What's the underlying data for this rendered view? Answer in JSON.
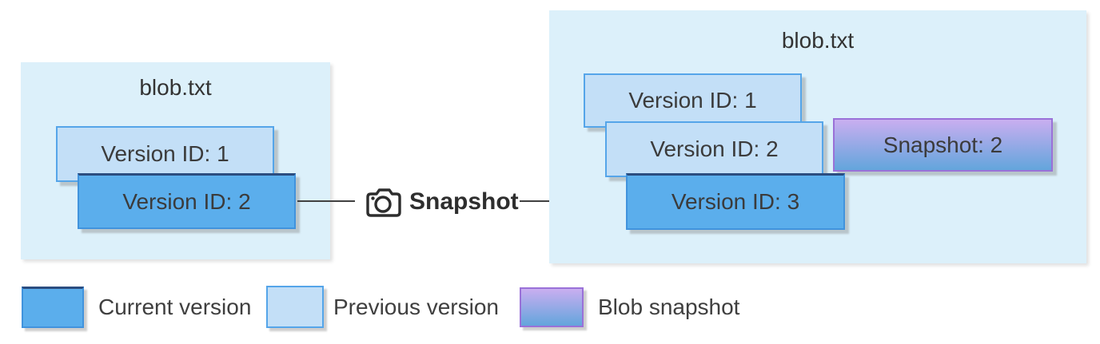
{
  "left_blob": {
    "title": "blob.txt",
    "versions": [
      {
        "label": "Version ID: 1",
        "type": "previous"
      },
      {
        "label": "Version ID: 2",
        "type": "current"
      }
    ]
  },
  "action": {
    "icon": "camera-icon",
    "label": "Snapshot"
  },
  "right_blob": {
    "title": "blob.txt",
    "versions": [
      {
        "label": "Version ID: 1",
        "type": "previous"
      },
      {
        "label": "Version ID: 2",
        "type": "previous"
      },
      {
        "label": "Version ID: 3",
        "type": "current"
      }
    ],
    "snapshot": {
      "label": "Snapshot: 2",
      "type": "snapshot"
    }
  },
  "legend": [
    {
      "label": "Current version",
      "type": "current"
    },
    {
      "label": "Previous version",
      "type": "previous"
    },
    {
      "label": "Blob snapshot",
      "type": "snapshot"
    }
  ],
  "colors": {
    "container_bg": "#dcf0fa",
    "current_fill": "#5baeec",
    "current_border_top": "#2b4d80",
    "previous_fill": "#c3dff7",
    "previous_border": "#55a5e9",
    "snapshot_gradient_top": "#c9aef0",
    "snapshot_gradient_bottom": "#63a5dc",
    "snapshot_border": "#9a71d8",
    "arrow": "#404040",
    "text": "#3b3b3b"
  }
}
